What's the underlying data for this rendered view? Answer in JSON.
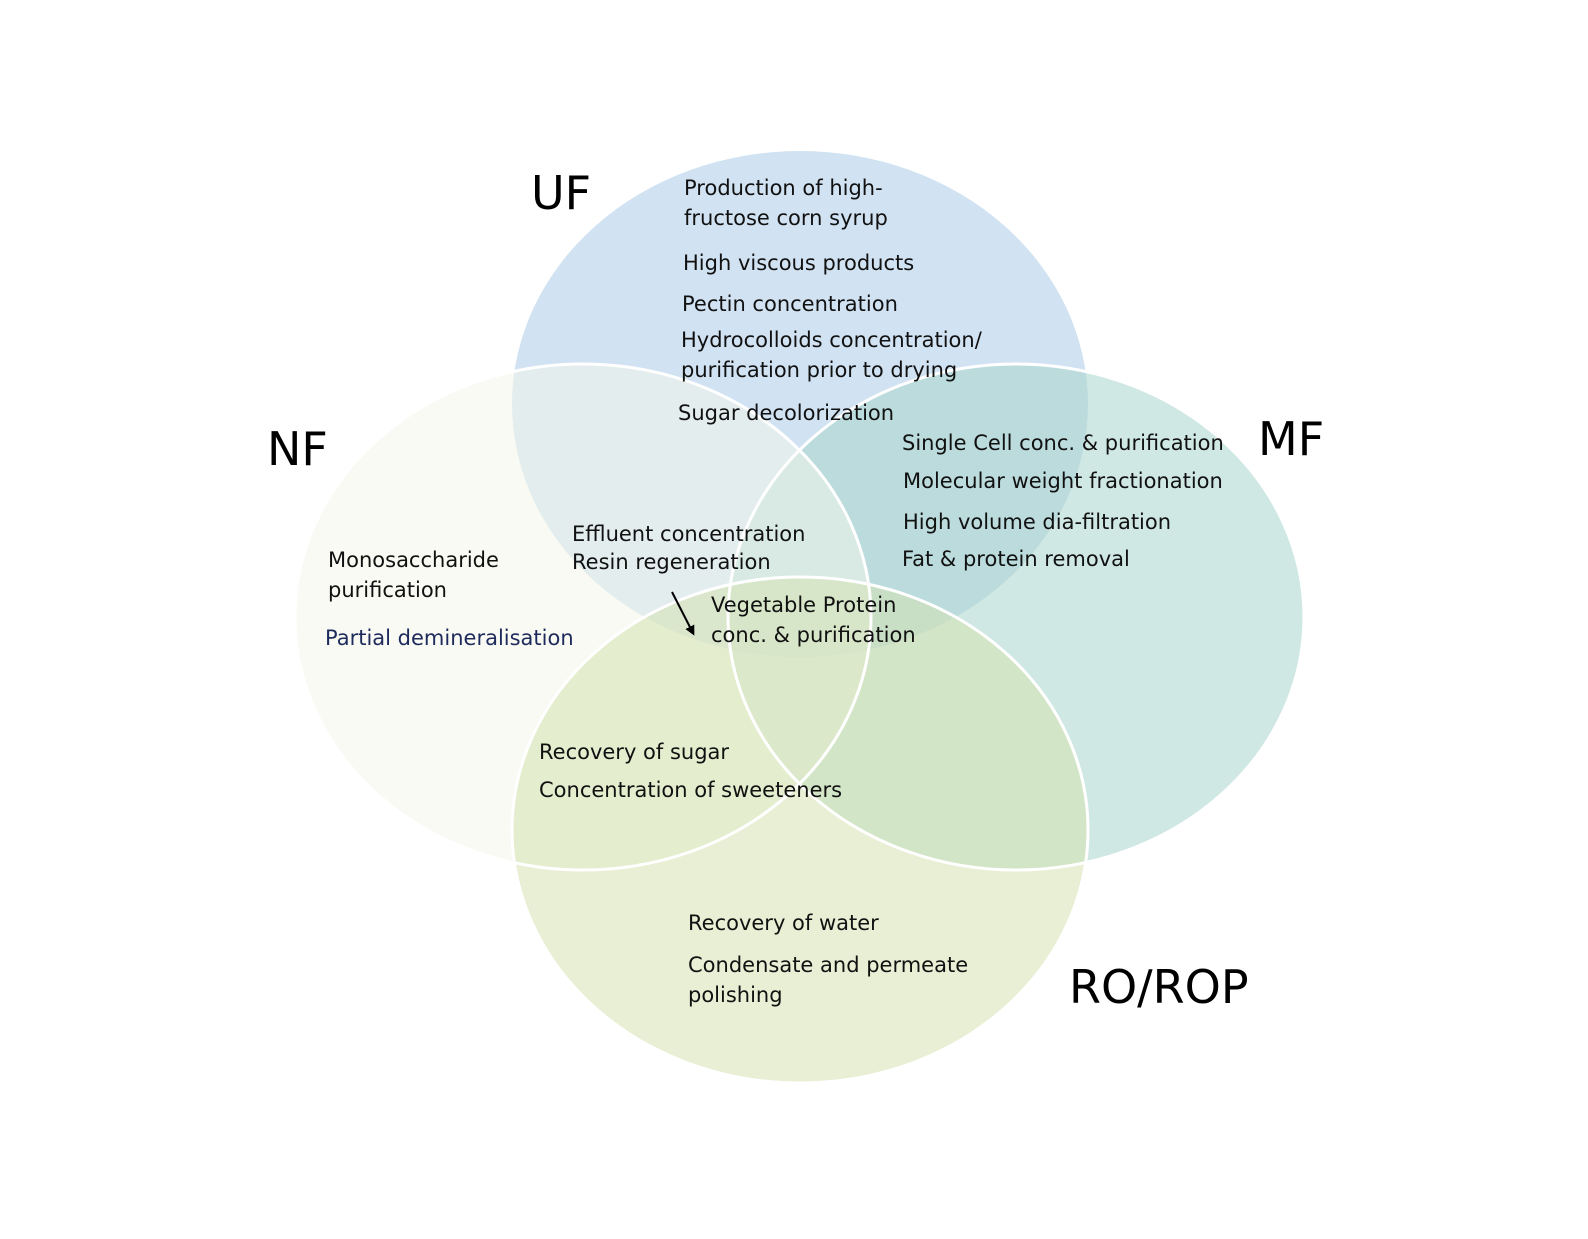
{
  "sets": {
    "uf": {
      "label": "UF",
      "color": "#cfe0f1"
    },
    "nf": {
      "label": "NF",
      "color": "#f3f5ea"
    },
    "mf": {
      "label": "MF",
      "color": "#a9d6cc"
    },
    "ro": {
      "label": "RO/ROP",
      "color": "#d6e2b0"
    }
  },
  "uf_items": {
    "syrup": [
      "Production of high-",
      "fructose corn syrup"
    ],
    "viscous": "High viscous products",
    "pectin": "Pectin concentration",
    "hydro": [
      "Hydrocolloids concentration/",
      "purification prior to drying"
    ],
    "sugar_decol": "Sugar decolorization"
  },
  "mf_items": {
    "single_cell": "Single Cell conc. & purification",
    "mw_fraction": "Molecular weight fractionation",
    "dia_filtration": "High volume dia-filtration",
    "fat_protein": "Fat & protein removal"
  },
  "nf_items": {
    "mono": [
      "Monosaccharide",
      "purification"
    ],
    "demin": "Partial demineralisation"
  },
  "nf_uf_items": {
    "effluent": "Effluent concentration",
    "resin": "Resin regeneration"
  },
  "center_items": {
    "veg_protein": [
      "Vegetable Protein",
      "conc. & purification"
    ]
  },
  "nf_ro_items": {
    "sugar_recovery": "Recovery of sugar",
    "sweeteners": "Concentration of sweeteners"
  },
  "ro_items": {
    "water": "Recovery of water",
    "condensate": [
      "Condensate and permeate",
      "polishing"
    ]
  },
  "colors": {
    "outline": "#ffffff",
    "text": "#111111",
    "demin_text": "#1f2a5c",
    "arrow": "#000000"
  }
}
